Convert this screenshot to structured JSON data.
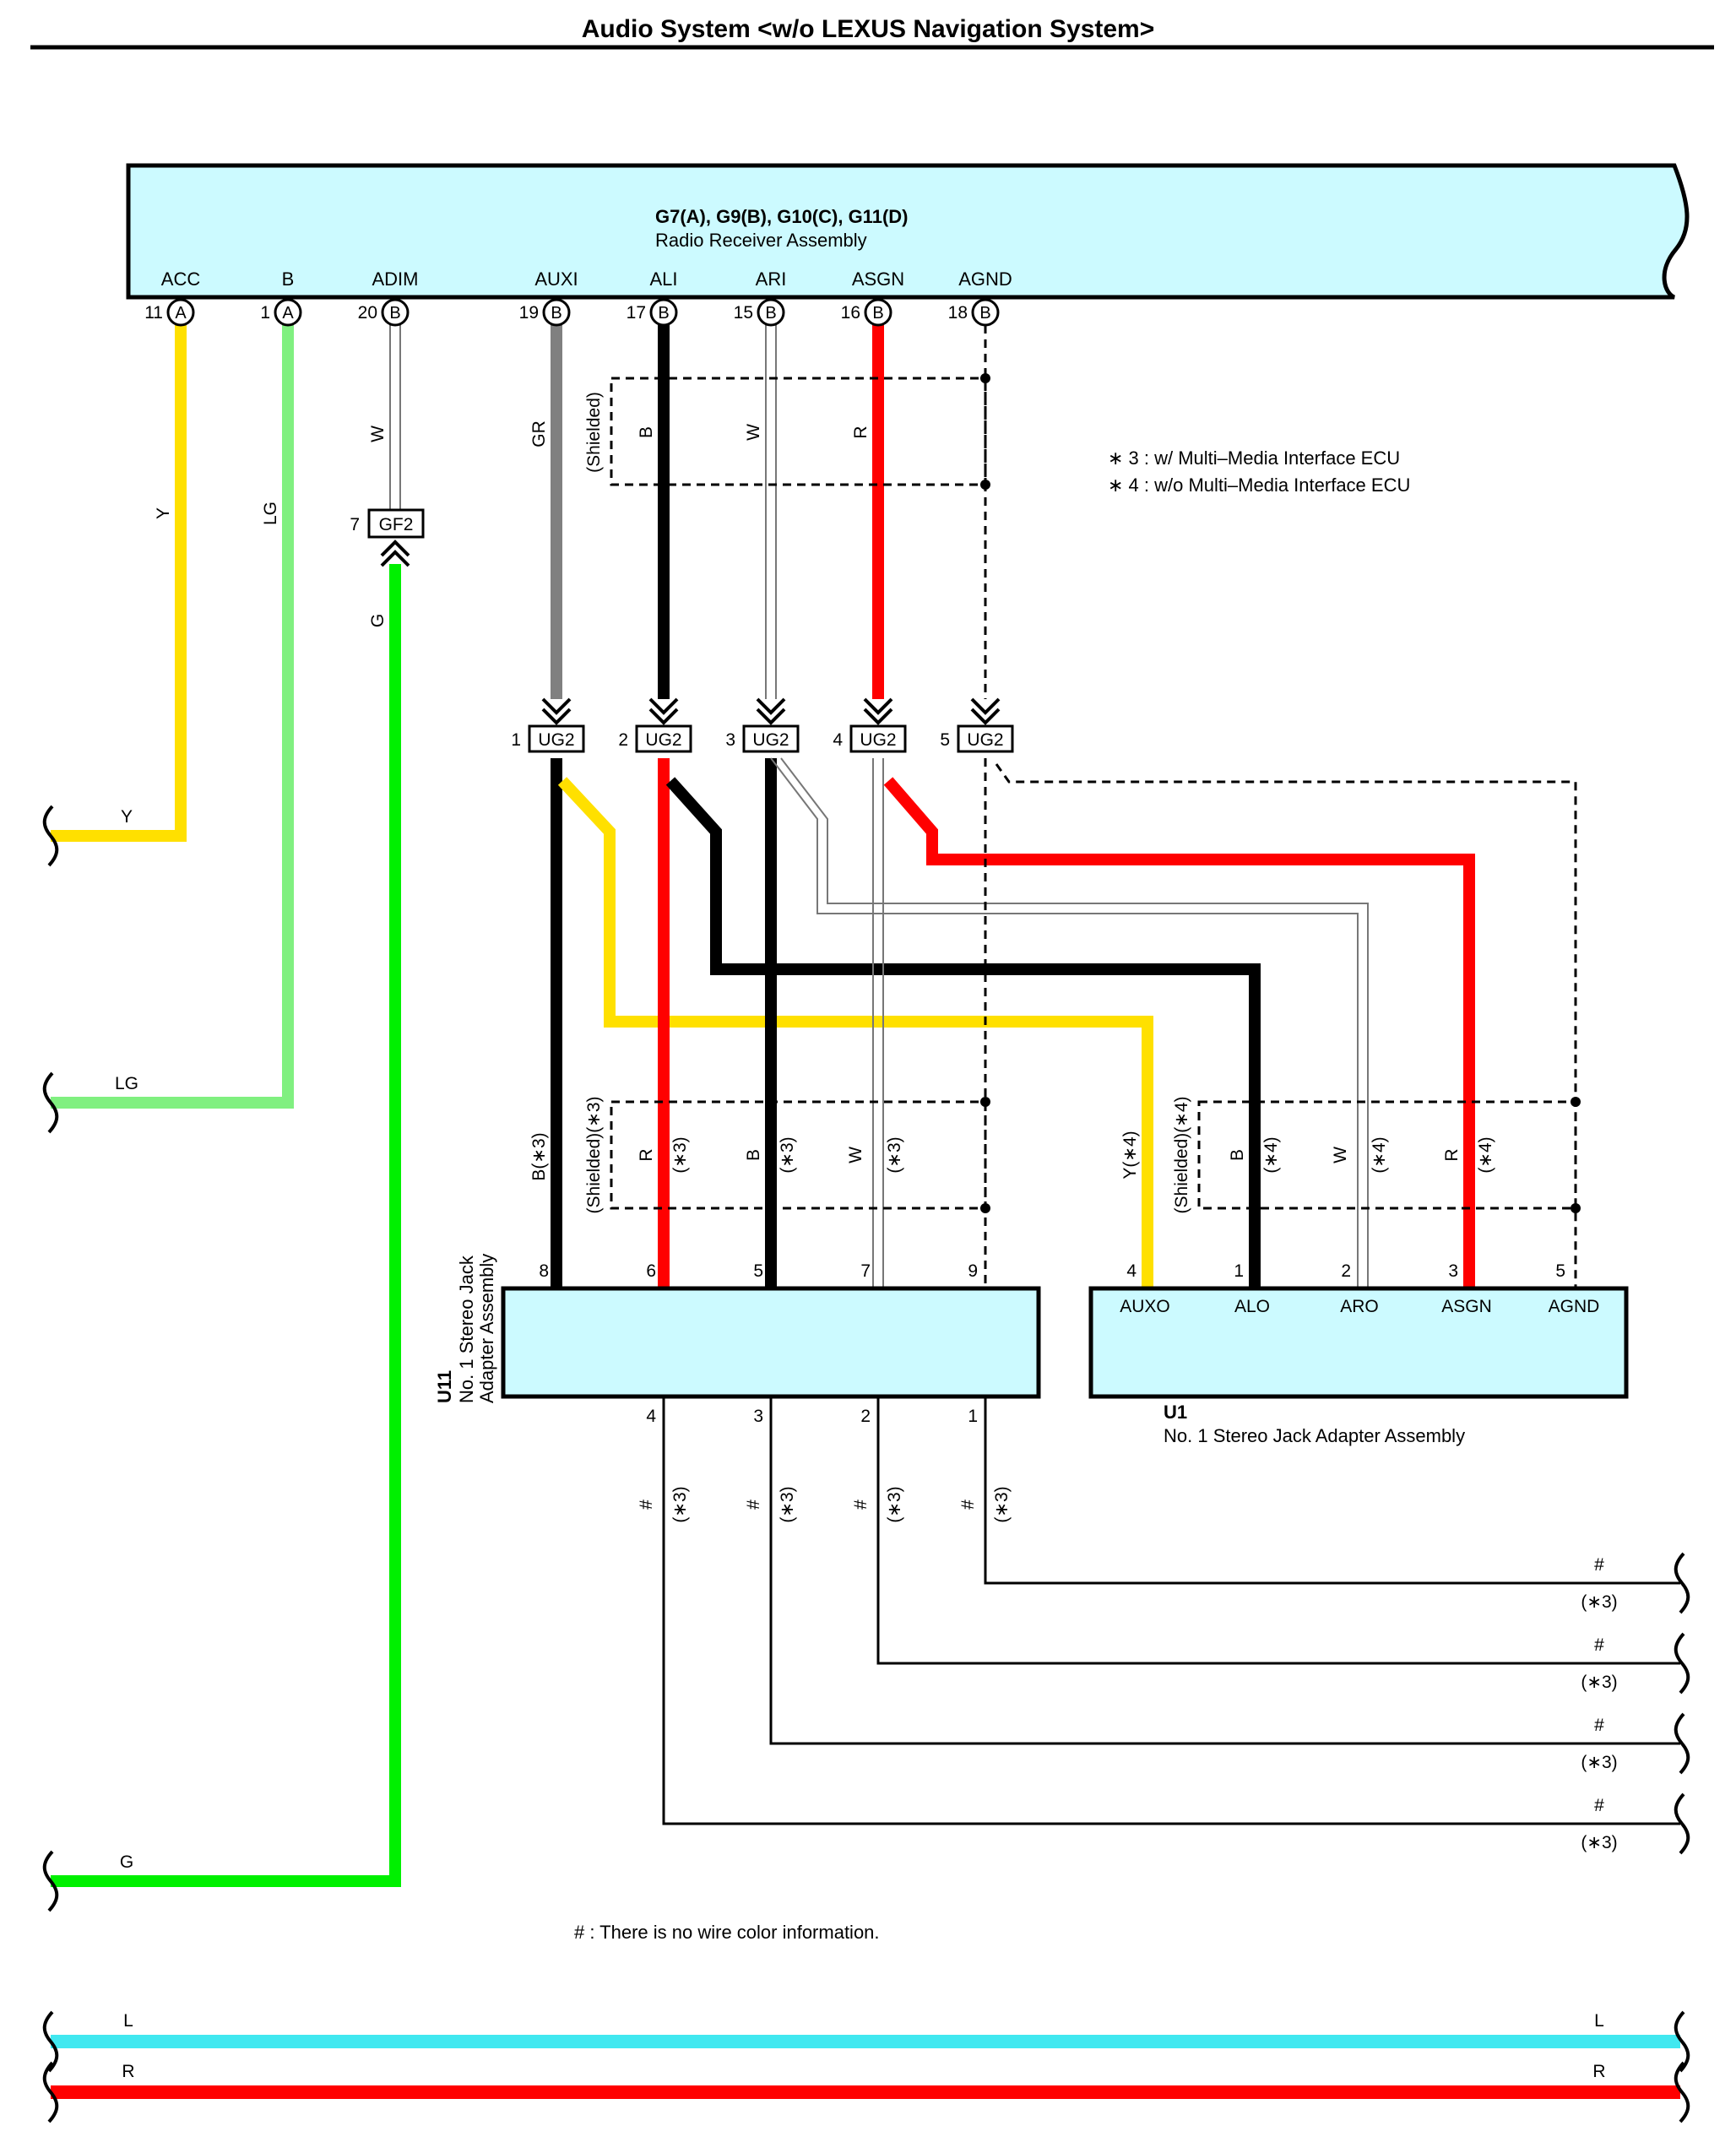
{
  "title": "Audio System <w/o LEXUS Navigation System>",
  "radio": {
    "code": "G7(A), G9(B), G10(C), G11(D)",
    "name": "Radio Receiver Assembly",
    "terminals": [
      {
        "label": "ACC",
        "pin": "11",
        "conn": "A"
      },
      {
        "label": "B",
        "pin": "1",
        "conn": "A"
      },
      {
        "label": "ADIM",
        "pin": "20",
        "conn": "B"
      },
      {
        "label": "AUXI",
        "pin": "19",
        "conn": "B"
      },
      {
        "label": "ALI",
        "pin": "17",
        "conn": "B"
      },
      {
        "label": "ARI",
        "pin": "15",
        "conn": "B"
      },
      {
        "label": "ASGN",
        "pin": "16",
        "conn": "B"
      },
      {
        "label": "AGND",
        "pin": "18",
        "conn": "B"
      }
    ]
  },
  "notes": {
    "n3": "∗ 3 : w/ Multi–Media Interface ECU",
    "n4": "∗ 4 : w/o Multi–Media Interface ECU",
    "hash": "# : There is no wire color information."
  },
  "connectors": {
    "gf2": {
      "pin": "7",
      "label": "GF2"
    },
    "ug2": [
      {
        "pin": "1",
        "label": "UG2"
      },
      {
        "pin": "2",
        "label": "UG2"
      },
      {
        "pin": "3",
        "label": "UG2"
      },
      {
        "pin": "4",
        "label": "UG2"
      },
      {
        "pin": "5",
        "label": "UG2"
      }
    ]
  },
  "wire_labels": {
    "top_y": "Y",
    "top_lg": "LG",
    "top_w": "W",
    "gf2_g": "G",
    "gr": "GR",
    "b": "B",
    "w": "W",
    "r": "R",
    "shielded": "(Shielded)",
    "left_y": "Y",
    "left_lg": "LG",
    "left_g": "G",
    "b3": "B(∗3)",
    "shielded3": "(Shielded)(∗3)",
    "s3": "(∗3)",
    "y4": "Y(∗4)",
    "shielded4": "(Shielded)(∗4)",
    "s4": "(∗4)",
    "hash": "#",
    "bus_l": "L",
    "bus_r": "R"
  },
  "u11": {
    "code": "U11",
    "name_line1": "No.  1 Stereo Jack",
    "name_line2": "Adapter Assembly",
    "top_pins": [
      "8",
      "6",
      "5",
      "7",
      "9"
    ],
    "bottom_pins": [
      "4",
      "3",
      "2",
      "1"
    ]
  },
  "u1": {
    "code": "U1",
    "name": "No.  1 Stereo Jack Adapter Assembly",
    "pins": [
      {
        "pin": "4",
        "label": "AUXO"
      },
      {
        "pin": "1",
        "label": "ALO"
      },
      {
        "pin": "2",
        "label": "ARO"
      },
      {
        "pin": "3",
        "label": "ASGN"
      },
      {
        "pin": "5",
        "label": "AGND"
      }
    ]
  },
  "colors": {
    "yellow": "#ffe000",
    "light_green": "#80f080",
    "green": "#00f000",
    "gray": "#808080",
    "red": "#ff0000",
    "black": "#000000",
    "cyan": "#40e8f0",
    "box_fill": "#ccfaff"
  }
}
